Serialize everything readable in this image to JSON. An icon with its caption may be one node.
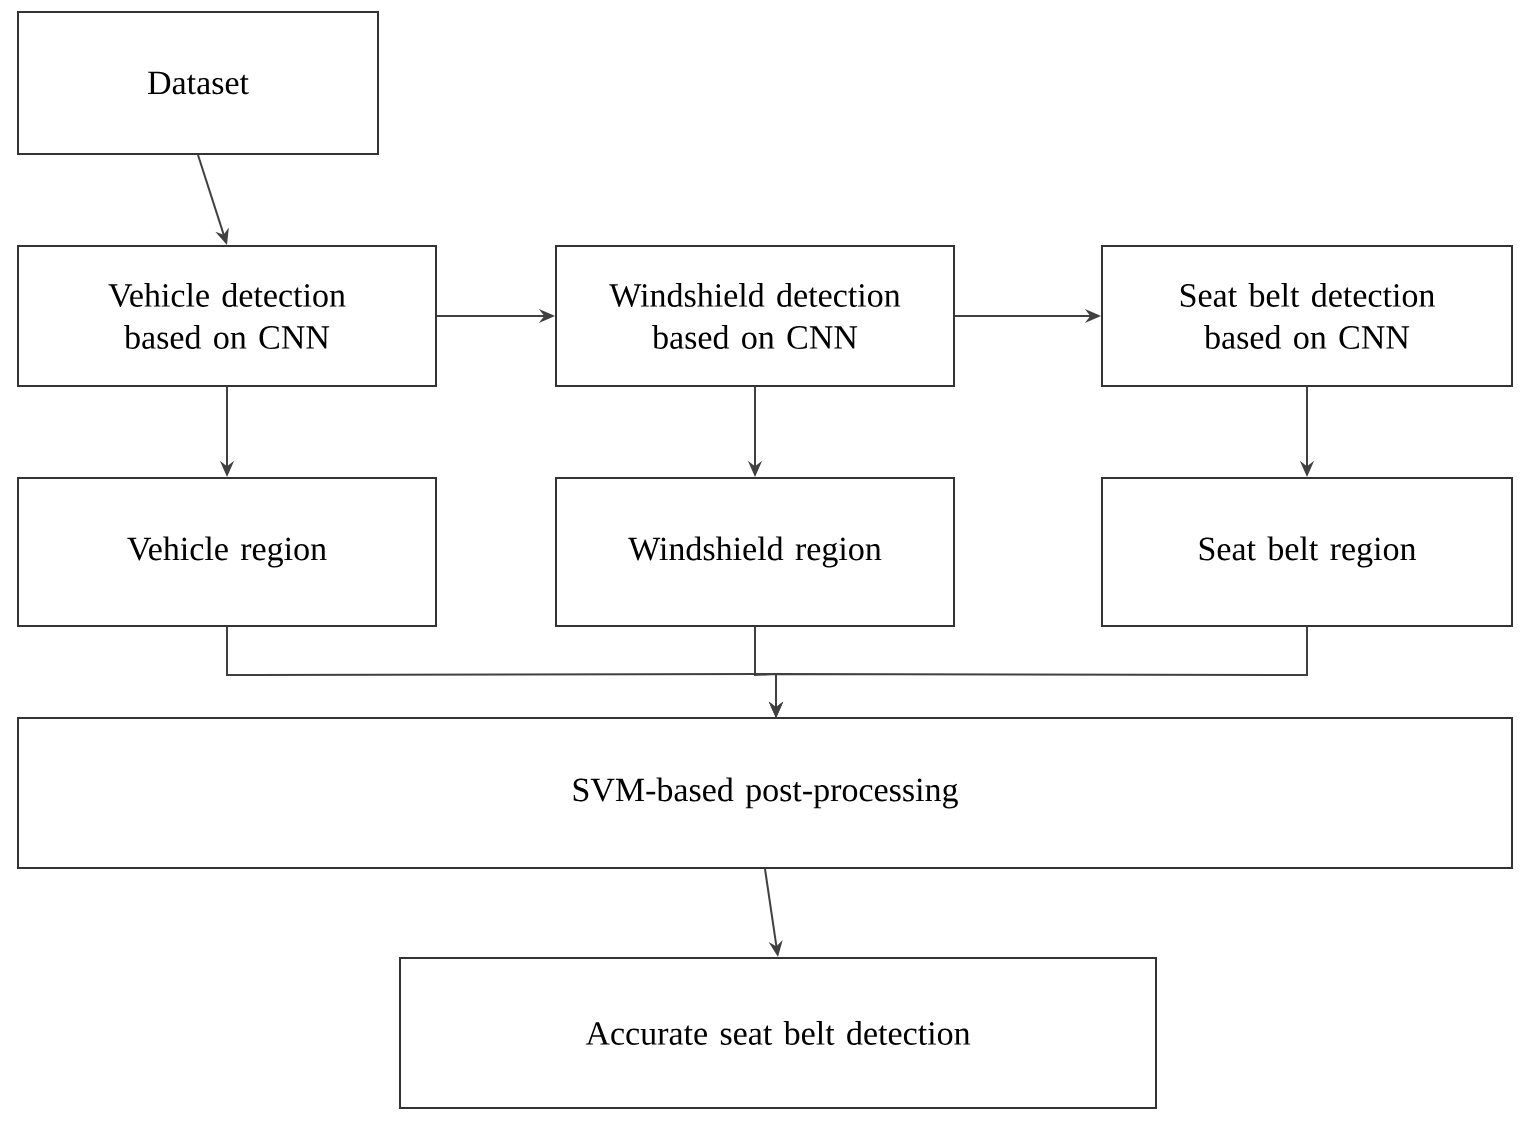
{
  "diagram": {
    "nodes": [
      {
        "text": [
          "Dataset"
        ]
      },
      {
        "text": [
          "Vehicle detection based on CNN"
        ]
      },
      {
        "text": [
          "Windshield detection based on CNN"
        ]
      },
      {
        "text": [
          "Seat belt detection based on CNN"
        ]
      },
      {
        "text": [
          "Vehicle region"
        ]
      },
      {
        "text": [
          "Windshield region"
        ]
      },
      {
        "text": [
          "Seat belt region"
        ]
      },
      {
        "text": [
          "SVM-based post-processing"
        ]
      },
      {
        "text": [
          "Accurate seat belt detection"
        ]
      }
    ],
    "edges": [
      {
        "from": 0,
        "to": 1,
        "arrow": "to"
      },
      {
        "from": 1,
        "to": 2,
        "arrow": "to"
      },
      {
        "from": 2,
        "to": 3,
        "arrow": "to"
      },
      {
        "from": 1,
        "to": 4,
        "arrow": "to"
      },
      {
        "from": 2,
        "to": 5,
        "arrow": "to"
      },
      {
        "from": 3,
        "to": 6,
        "arrow": "to"
      },
      {
        "from": 4,
        "to": 7,
        "arrow": "to"
      },
      {
        "from": 5,
        "to": 7,
        "arrow": "to"
      },
      {
        "from": 6,
        "to": 7,
        "arrow": "to"
      },
      {
        "from": 7,
        "to": 8,
        "arrow": "to"
      }
    ]
  }
}
